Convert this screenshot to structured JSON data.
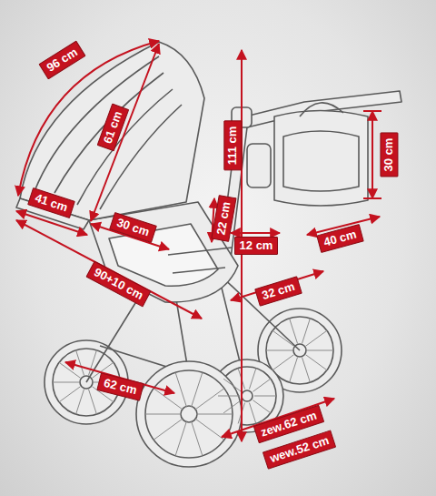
{
  "diagram": {
    "labels": [
      "96 cm",
      "61 cm",
      "111 cm",
      "30 cm",
      "41 cm",
      "30 cm",
      "22 cm",
      "12 cm",
      "40 cm",
      "90+10 cm",
      "32 cm",
      "62 cm",
      "zew.62 cm",
      "wew.52 cm"
    ]
  }
}
